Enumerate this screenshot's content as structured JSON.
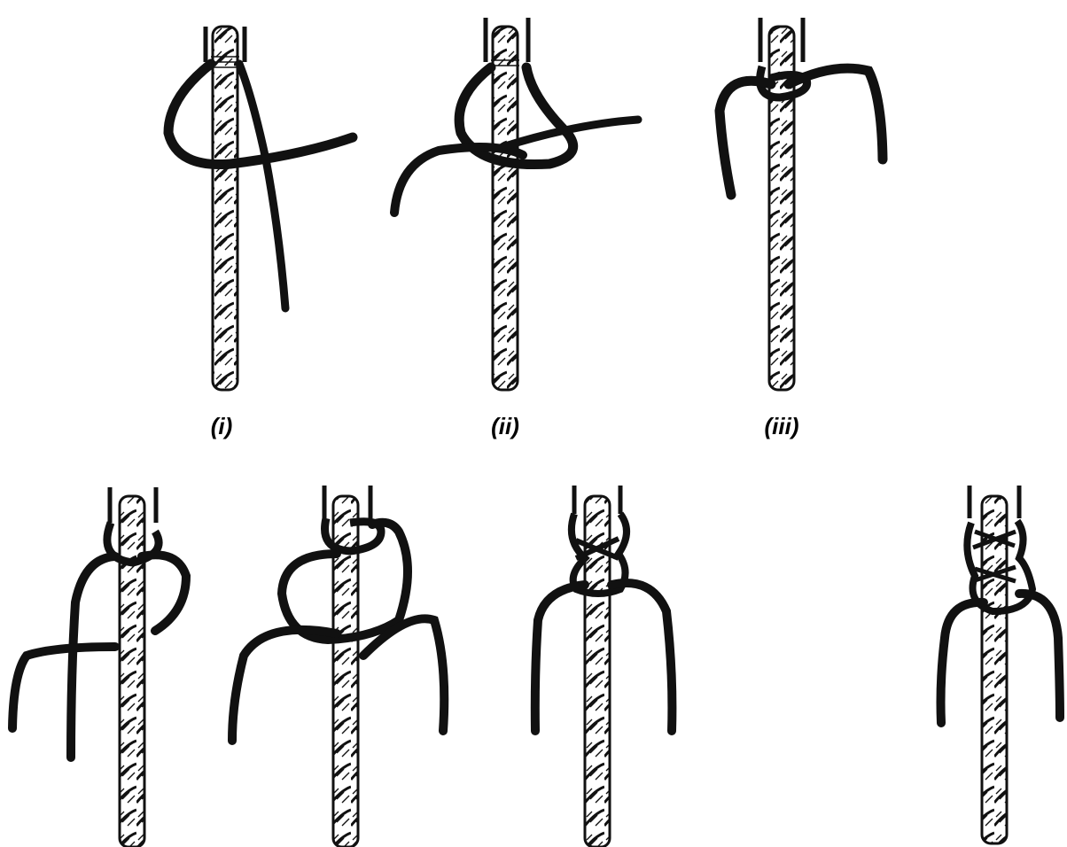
{
  "figure": {
    "description_hidden": false,
    "ink_color": "#111111",
    "rope_fill": "#ffffff",
    "background": "#ffffff",
    "panels": [
      {
        "id": "step-i",
        "label": "(i)"
      },
      {
        "id": "step-ii",
        "label": "(ii)"
      },
      {
        "id": "step-iii",
        "label": "(iii)"
      },
      {
        "id": "step-iv",
        "label": ""
      },
      {
        "id": "step-v",
        "label": ""
      },
      {
        "id": "step-vi",
        "label": ""
      },
      {
        "id": "step-vii",
        "label": ""
      }
    ]
  }
}
